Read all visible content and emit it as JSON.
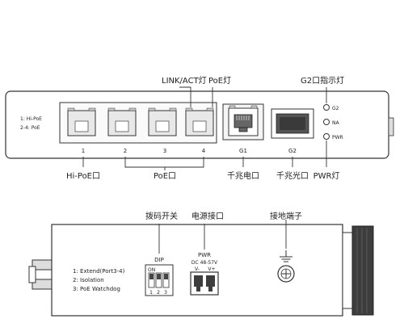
{
  "front_panel": {
    "port_legend": [
      "1: Hi-PoE",
      "2-4: PoE"
    ],
    "port_numbers": [
      "1",
      "2",
      "3",
      "4"
    ],
    "rj45_uplink_label": "G1",
    "sfp_label": "G2",
    "indicators": [
      "G2",
      "NA",
      "PWR"
    ],
    "callouts": {
      "link_act": "LINK/ACT灯",
      "poe_led": "PoE灯",
      "g2_indicator": "G2口指示灯",
      "hi_poe_port": "Hi-PoE口",
      "poe_ports": "PoE口",
      "gigabit_electrical": "千兆电口",
      "gigabit_optical": "千兆光口",
      "pwr_led": "PWR灯"
    }
  },
  "bottom_panel": {
    "callouts": {
      "dip_switch": "拨码开关",
      "power_port": "电源接口",
      "ground_terminal": "接地端子"
    },
    "dip": {
      "title": "DIP",
      "on_label": "ON",
      "switch_numbers": [
        "1",
        "2",
        "3"
      ],
      "descriptions": [
        "1: Extend(Port3-4)",
        "2: Isolation",
        "3: PoE Watchdog"
      ]
    },
    "power": {
      "title": "PWR",
      "spec": "DC 48-57V",
      "polarity": [
        "V-",
        "V+"
      ]
    }
  },
  "colors": {
    "line": "#333333",
    "port_fill": "#e8e8e8",
    "panel_fill": "#ffffff"
  }
}
